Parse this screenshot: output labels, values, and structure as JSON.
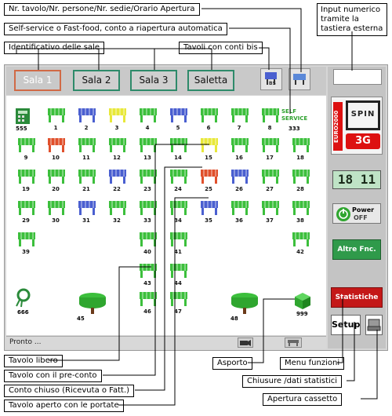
{
  "callouts": {
    "nr_tavolo": "Nr. tavolo/Nr. persone/Nr. sedie/Orario Apertura",
    "self_service": "Self-service o Fast-food, conto a riapertura automatica",
    "identificativo_sale": "Identificativo delle sale",
    "tavoli_conti_bis": "Tavoli con conti bis",
    "input_numerico": "Input numerico tramite la tastiera esterna",
    "tavolo_libero": "Tavolo libero",
    "tavolo_preconto": "Tavolo con il pre-conto",
    "conto_chiuso": "Conto chiuso (Ricevuta o Fatt.)",
    "tavolo_aperto": "Tavolo aperto con le portate",
    "asporto": "Asporto",
    "menu_funzioni": "Menu funzioni",
    "chiusure": "Chiusure /dati statistici",
    "apertura_cassetto": "Apertura cassetto"
  },
  "rooms": [
    {
      "label": "Sala 1",
      "active": true
    },
    {
      "label": "Sala 2",
      "active": false
    },
    {
      "label": "Sala 3",
      "active": false
    },
    {
      "label": "Saletta",
      "active": false
    }
  ],
  "toolbar": {
    "bis_badge": "BS"
  },
  "self_service": {
    "label_line1": "SELF",
    "label_line2": "SERVICE",
    "number": "333"
  },
  "status_text": "Pronto ...",
  "panel": {
    "logo_text": "EURO2000",
    "logo_badge": "3G",
    "logo_brand": "SPIN",
    "clock": "18 11",
    "power_label": "Power",
    "power_state": "OFF",
    "altre_label": "Altre Fnc.",
    "statistiche_label": "Statistiche",
    "setup_label": "Setup"
  },
  "specials": {
    "register_number": "555",
    "takeaway_number": "666",
    "box_number": "999",
    "round_left_number": "45",
    "round_right_number": "48"
  },
  "tables": [
    {
      "n": "1",
      "s": "free"
    },
    {
      "n": "2",
      "s": "open"
    },
    {
      "n": "3",
      "s": "preconto"
    },
    {
      "n": "4",
      "s": "free"
    },
    {
      "n": "5",
      "s": "open"
    },
    {
      "n": "6",
      "s": "free"
    },
    {
      "n": "7",
      "s": "free"
    },
    {
      "n": "8",
      "s": "free"
    },
    {
      "n": "9",
      "s": "free"
    },
    {
      "n": "10",
      "s": "closed"
    },
    {
      "n": "11",
      "s": "free"
    },
    {
      "n": "12",
      "s": "free"
    },
    {
      "n": "13",
      "s": "free"
    },
    {
      "n": "14",
      "s": "free"
    },
    {
      "n": "15",
      "s": "preconto"
    },
    {
      "n": "16",
      "s": "free"
    },
    {
      "n": "17",
      "s": "free"
    },
    {
      "n": "18",
      "s": "free"
    },
    {
      "n": "19",
      "s": "free"
    },
    {
      "n": "20",
      "s": "free"
    },
    {
      "n": "21",
      "s": "free"
    },
    {
      "n": "22",
      "s": "open"
    },
    {
      "n": "23",
      "s": "free"
    },
    {
      "n": "24",
      "s": "free"
    },
    {
      "n": "25",
      "s": "closed"
    },
    {
      "n": "26",
      "s": "open"
    },
    {
      "n": "27",
      "s": "free"
    },
    {
      "n": "28",
      "s": "free"
    },
    {
      "n": "29",
      "s": "free"
    },
    {
      "n": "30",
      "s": "free"
    },
    {
      "n": "31",
      "s": "open"
    },
    {
      "n": "32",
      "s": "free"
    },
    {
      "n": "33",
      "s": "free"
    },
    {
      "n": "34",
      "s": "free"
    },
    {
      "n": "35",
      "s": "open"
    },
    {
      "n": "36",
      "s": "free"
    },
    {
      "n": "37",
      "s": "free"
    },
    {
      "n": "38",
      "s": "free"
    },
    {
      "n": "39",
      "s": "free"
    },
    {
      "n": "40",
      "s": "free"
    },
    {
      "n": "41",
      "s": "free"
    },
    {
      "n": "42",
      "s": "free"
    },
    {
      "n": "43",
      "s": "free"
    },
    {
      "n": "44",
      "s": "free"
    },
    {
      "n": "46",
      "s": "free"
    },
    {
      "n": "47",
      "s": "free"
    }
  ],
  "colors": {
    "free": "#3cbf3c",
    "open": "#4a5fd0",
    "preconto": "#e8e83a",
    "closed": "#e0502c",
    "accent_active_tab": "#d06a46",
    "tab_border": "#2e8a6a",
    "statistiche": "#c41818",
    "altre": "#2f9a4a"
  }
}
